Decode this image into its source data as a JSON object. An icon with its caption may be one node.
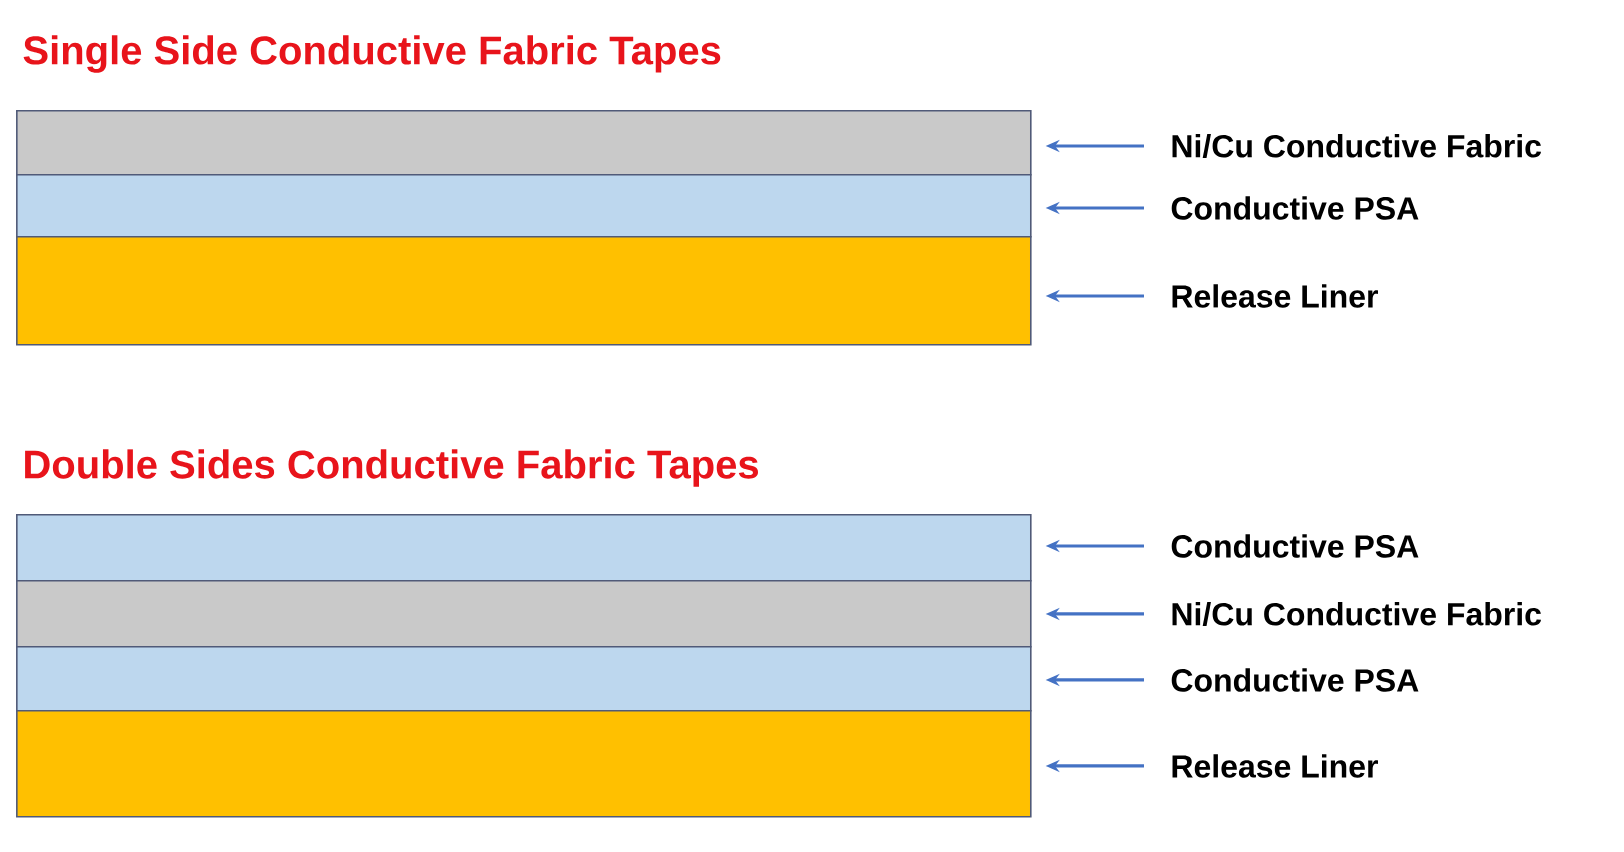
{
  "diagram": {
    "nodes": [
      {
        "text": [],
        "shape": "box"
      },
      {
        "text": [],
        "shape": "box"
      },
      {
        "text": [],
        "shape": "box"
      },
      {
        "text": [
          "Ni/Cu Conductive Fabric"
        ]
      },
      {
        "text": [
          "Conductive PSA"
        ]
      },
      {
        "text": [
          "Release Liner"
        ]
      },
      {
        "text": [],
        "shape": "box"
      },
      {
        "text": [],
        "shape": "box"
      },
      {
        "text": [],
        "shape": "box"
      },
      {
        "text": [],
        "shape": "box"
      },
      {
        "text": [
          "Conductive PSA"
        ]
      },
      {
        "text": [
          "Ni/Cu Conductive Fabric"
        ]
      },
      {
        "text": [
          "Conductive PSA"
        ]
      },
      {
        "text": [
          "Release Liner"
        ]
      }
    ],
    "edges": [
      {
        "from": 3,
        "to": 0,
        "arrow": "to"
      },
      {
        "from": 4,
        "to": 1,
        "arrow": "to"
      },
      {
        "from": 5,
        "to": 2,
        "arrow": "to"
      },
      {
        "from": 10,
        "to": 6,
        "arrow": "to"
      },
      {
        "from": 11,
        "to": 7,
        "arrow": "to"
      },
      {
        "from": 12,
        "to": 8,
        "arrow": "to"
      },
      {
        "from": 13,
        "to": 9,
        "arrow": "to"
      }
    ],
    "labels": [
      "Single Side Conductive Fabric Tapes",
      "Double Sides Conductive Fabric Tapes"
    ]
  }
}
